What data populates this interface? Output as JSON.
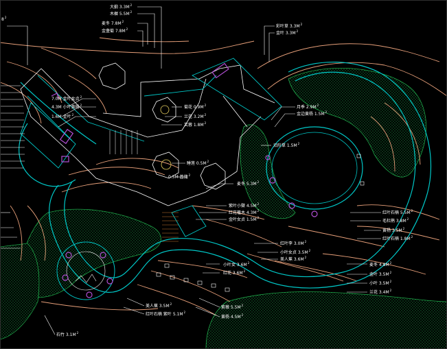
{
  "colors": {
    "background": "#000000",
    "contour": "#e8a07a",
    "path_edge": "#00c8c8",
    "leader": "#ffffff",
    "hatch": "#1fa84a",
    "ornament": "#b24fd4",
    "building": "#d0d0d0",
    "paving": "#c87a30"
  },
  "labels": [
    {
      "id": "top-1",
      "text": "大蓟 3.3M",
      "sup": "2"
    },
    {
      "id": "top-2",
      "text": "木樨 5.5M",
      "sup": "2"
    },
    {
      "id": "top-3",
      "text": "麦冬 7.8M",
      "sup": "2"
    },
    {
      "id": "top-4",
      "text": "金盏菊 7.8M",
      "sup": "2"
    },
    {
      "id": "top-right-1",
      "text": "彩叶草 3.3M",
      "sup": "2"
    },
    {
      "id": "top-right-2",
      "text": "金叶 3.3M",
      "sup": "2"
    },
    {
      "id": "left-1",
      "text": "7.0M 金叶女贞",
      "sup": "2"
    },
    {
      "id": "left-2",
      "text": "4.3M 小叶黄杨",
      "sup": "2"
    },
    {
      "id": "left-3",
      "text": "1.6M 金叶",
      "sup": "2"
    },
    {
      "id": "mid-1",
      "text": "菊花 0.9M",
      "sup": "2"
    },
    {
      "id": "mid-2",
      "text": "兰花 3.2M",
      "sup": "2"
    },
    {
      "id": "mid-3",
      "text": "芙蓉 1.8M",
      "sup": "2"
    },
    {
      "id": "right-1",
      "text": "月季 2.9M",
      "sup": "2"
    },
    {
      "id": "right-2",
      "text": "金边黄杨 1.5M",
      "sup": "2"
    },
    {
      "id": "center-1",
      "text": "沿阶草 1.5M",
      "sup": "2"
    },
    {
      "id": "center-2",
      "text": "睡莲 0.5M",
      "sup": "2"
    },
    {
      "id": "center-3",
      "text": "0.5M 菖蒲",
      "sup": "2"
    },
    {
      "id": "center-4",
      "text": "麦冬 5.3M",
      "sup": "2"
    },
    {
      "id": "ring-1",
      "text": "紫叶小檗 4.5M",
      "sup": "2"
    },
    {
      "id": "ring-2",
      "text": "红花檵木 4.3M",
      "sup": "2"
    },
    {
      "id": "ring-3",
      "text": "金叶女贞 1.5M",
      "sup": "2"
    },
    {
      "id": "e-1",
      "text": "红叶石楠 5.5M",
      "sup": "2"
    },
    {
      "id": "e-2",
      "text": "毛杜鹃 3.8M",
      "sup": "2"
    },
    {
      "id": "e-3",
      "text": "黄杨 3.5M",
      "sup": "2"
    },
    {
      "id": "e-4",
      "text": "红叶石楠 1.8M",
      "sup": "2"
    },
    {
      "id": "s-1",
      "text": "红叶李 3.0M",
      "sup": "2"
    },
    {
      "id": "s-2",
      "text": "小叶女贞 3.5M",
      "sup": "2"
    },
    {
      "id": "s-3",
      "text": "美人蕉 3.6M",
      "sup": "2"
    },
    {
      "id": "s-4",
      "text": "小叶女 3.6M",
      "sup": "2"
    },
    {
      "id": "s-5",
      "text": "红花 3.6M",
      "sup": "2"
    },
    {
      "id": "se-1",
      "text": "麦冬 4.8M",
      "sup": "2"
    },
    {
      "id": "se-2",
      "text": "金叶 3.5M",
      "sup": "2"
    },
    {
      "id": "se-3",
      "text": "小叶 3.5M",
      "sup": "2"
    },
    {
      "id": "se-4",
      "text": "兰花 3.4M",
      "sup": "2"
    },
    {
      "id": "b-1",
      "text": "美人蕉 3.5M",
      "sup": "2"
    },
    {
      "id": "b-2",
      "text": "红叶石楠 紫叶 5.1M",
      "sup": "2"
    },
    {
      "id": "b-3",
      "text": "紫薇 5.5M",
      "sup": "2"
    },
    {
      "id": "b-4",
      "text": "黄杨 4.5M",
      "sup": "2"
    },
    {
      "id": "bottom",
      "text": "石竹 3.1M",
      "sup": "2"
    },
    {
      "id": "corner",
      "text": "8",
      "sup": "2"
    }
  ]
}
